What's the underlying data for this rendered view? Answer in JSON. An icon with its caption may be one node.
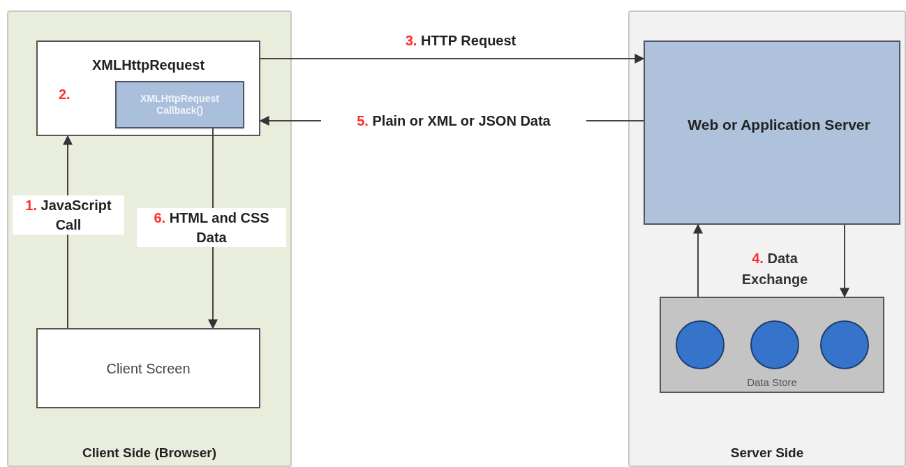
{
  "diagram": {
    "nodes": [
      {
        "text": [
          "Client Side (Browser)"
        ]
      },
      {
        "text": [
          "XMLHttpRequest",
          "2."
        ],
        "in": 0
      },
      {
        "text": [
          "XMLHttpRequest Callback()"
        ],
        "in": 1
      },
      {
        "text": [
          "Client Screen"
        ],
        "in": 0
      },
      {
        "text": [
          "Server Side"
        ]
      },
      {
        "text": [
          "Web or Application Server"
        ],
        "in": 4
      },
      {
        "text": [
          "Data Store"
        ],
        "in": 4
      },
      {
        "text": [],
        "shape": "circle",
        "in": 6
      },
      {
        "text": [],
        "shape": "circle",
        "in": 6
      },
      {
        "text": [],
        "shape": "circle",
        "in": 6
      }
    ],
    "edges": [
      {
        "from": 3,
        "to": 1,
        "arrow": "to",
        "label": "1. JavaScript Call"
      },
      {
        "from": 1,
        "to": 5,
        "arrow": "to",
        "label": "3. HTTP Request"
      },
      {
        "from": 5,
        "to": 1,
        "arrow": "to",
        "label": "5. Plain or XML or JSON Data"
      },
      {
        "from": 2,
        "to": 3,
        "arrow": "to",
        "label": "6. HTML and CSS Data"
      },
      {
        "from": 6,
        "to": 5,
        "arrow": "to"
      },
      {
        "from": 5,
        "to": 6,
        "arrow": "to"
      }
    ],
    "labels": [
      "4. Data Exchange"
    ]
  }
}
